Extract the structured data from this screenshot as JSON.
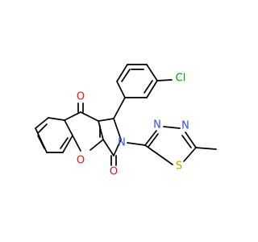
{
  "molecule": {
    "atoms": {
      "chlorine": {
        "text": "Cl",
        "color": "#00a000"
      },
      "oxygen_ketone": {
        "text": "O",
        "color": "#ff0d0d"
      },
      "oxygen_ring": {
        "text": "O",
        "color": "#ff0d0d"
      },
      "oxygen_lactam": {
        "text": "O",
        "color": "#ff0d0d"
      },
      "nitrogen_ring": {
        "text": "N",
        "color": "#3050f8"
      },
      "nitrogen_tdz_1": {
        "text": "N",
        "color": "#3050f8"
      },
      "nitrogen_tdz_2": {
        "text": "N",
        "color": "#3050f8"
      },
      "sulfur": {
        "text": "S",
        "color": "#c8a000"
      }
    },
    "bond_color": "#000000"
  }
}
